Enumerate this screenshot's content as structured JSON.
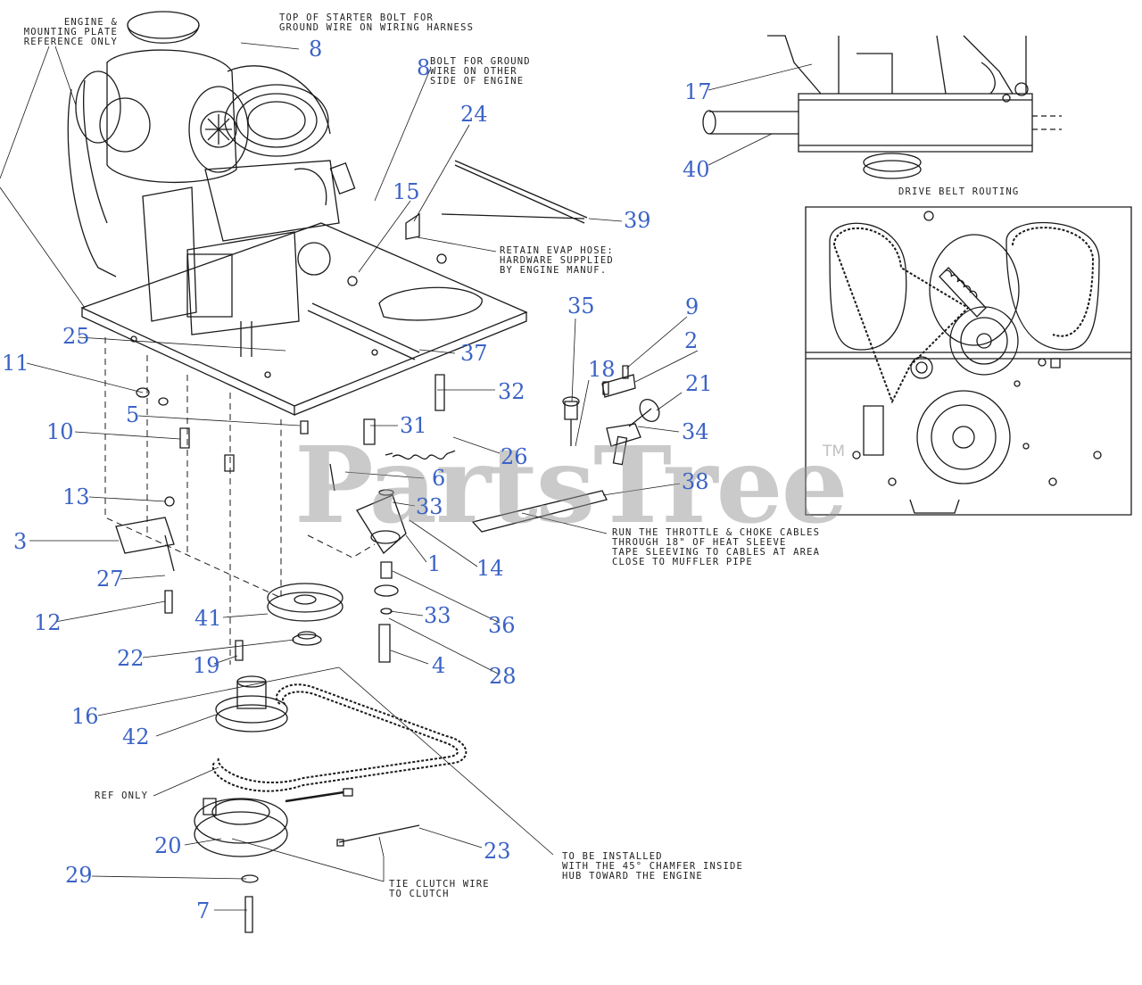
{
  "watermark": {
    "brand": "PartsTree",
    "trademark": "TM"
  },
  "notes": {
    "engine_ref": [
      "ENGINE &",
      "MOUNTING PLATE",
      "REFERENCE ONLY"
    ],
    "starter_bolt": [
      "TOP OF STARTER BOLT FOR",
      "GROUND WIRE ON WIRING HARNESS"
    ],
    "ground_bolt": [
      "BOLT FOR GROUND",
      "WIRE ON OTHER",
      "SIDE OF ENGINE"
    ],
    "evap_hose": [
      "RETAIN EVAP HOSE:",
      "HARDWARE SUPPLIED",
      "BY ENGINE MANUF."
    ],
    "drive_belt_routing": "DRIVE BELT ROUTING",
    "throttle_cables": [
      "RUN THE THROTTLE & CHOKE CABLES",
      "THROUGH 18\" OF HEAT SLEEVE",
      "TAPE SLEEVING TO CABLES AT AREA",
      "CLOSE TO MUFFLER PIPE"
    ],
    "ref_only": "REF ONLY",
    "tie_clutch": [
      "TIE CLUTCH WIRE",
      "TO CLUTCH"
    ],
    "chamfer": [
      "TO BE INSTALLED",
      "WITH THE 45° CHAMFER INSIDE",
      "HUB TOWARD THE ENGINE"
    ]
  },
  "callouts": {
    "c1": "1",
    "c2": "2",
    "c3": "3",
    "c4": "4",
    "c5": "5",
    "c6": "6",
    "c7": "7",
    "c8a": "8",
    "c8b": "8",
    "c9": "9",
    "c10": "10",
    "c11": "11",
    "c12": "12",
    "c13": "13",
    "c14": "14",
    "c15": "15",
    "c16": "16",
    "c17": "17",
    "c18": "18",
    "c19": "19",
    "c20": "20",
    "c21": "21",
    "c22": "22",
    "c23": "23",
    "c24": "24",
    "c25": "25",
    "c26": "26",
    "c27": "27",
    "c28": "28",
    "c29": "29",
    "c31": "31",
    "c32": "32",
    "c33a": "33",
    "c33b": "33",
    "c34": "34",
    "c35": "35",
    "c36": "36",
    "c37": "37",
    "c38": "38",
    "c39": "39",
    "c40": "40",
    "c41": "41",
    "c42": "42"
  },
  "colors": {
    "callout": "#3b63c6",
    "line": "#1a1a1a",
    "watermark": "#969696"
  }
}
